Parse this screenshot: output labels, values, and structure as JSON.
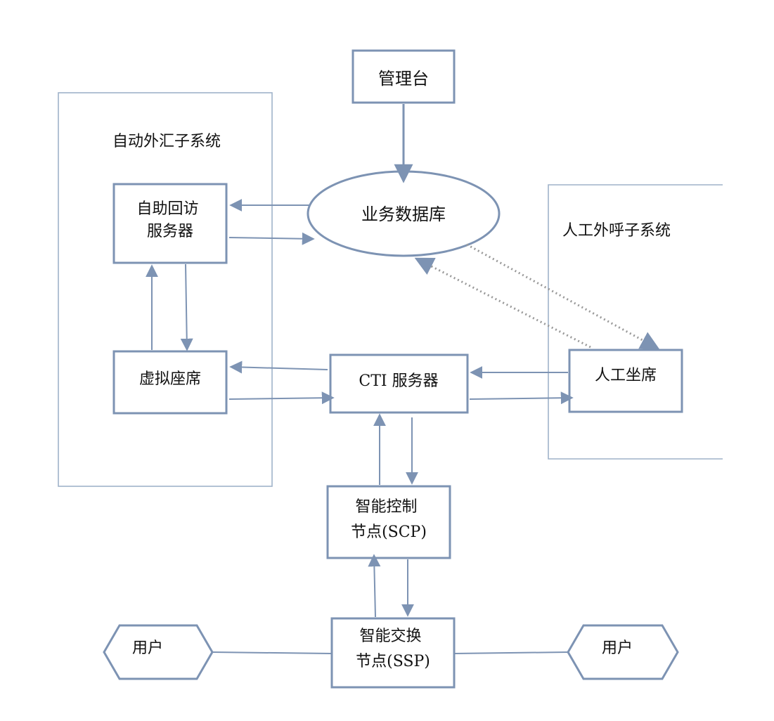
{
  "nodes": {
    "management": "管理台",
    "database": "业务数据库",
    "auto_subsystem": "自动外汇子系统",
    "self_service_server": [
      "自助回访",
      "服务器"
    ],
    "virtual_agent": "虚拟座席",
    "cti_server": "CTI 服务器",
    "manual_subsystem": "人工外呼子系统",
    "manual_agent": "人工坐席",
    "scp": [
      "智能控制",
      "节点(SCP)"
    ],
    "ssp": [
      "智能交换",
      "节点(SSP)"
    ],
    "user_left": "用户",
    "user_right": "用户"
  },
  "colors": {
    "node_stroke": "#7d93b3",
    "boundary_stroke": "#9fb2c9",
    "dotted_stroke": "#9a9a9a"
  }
}
